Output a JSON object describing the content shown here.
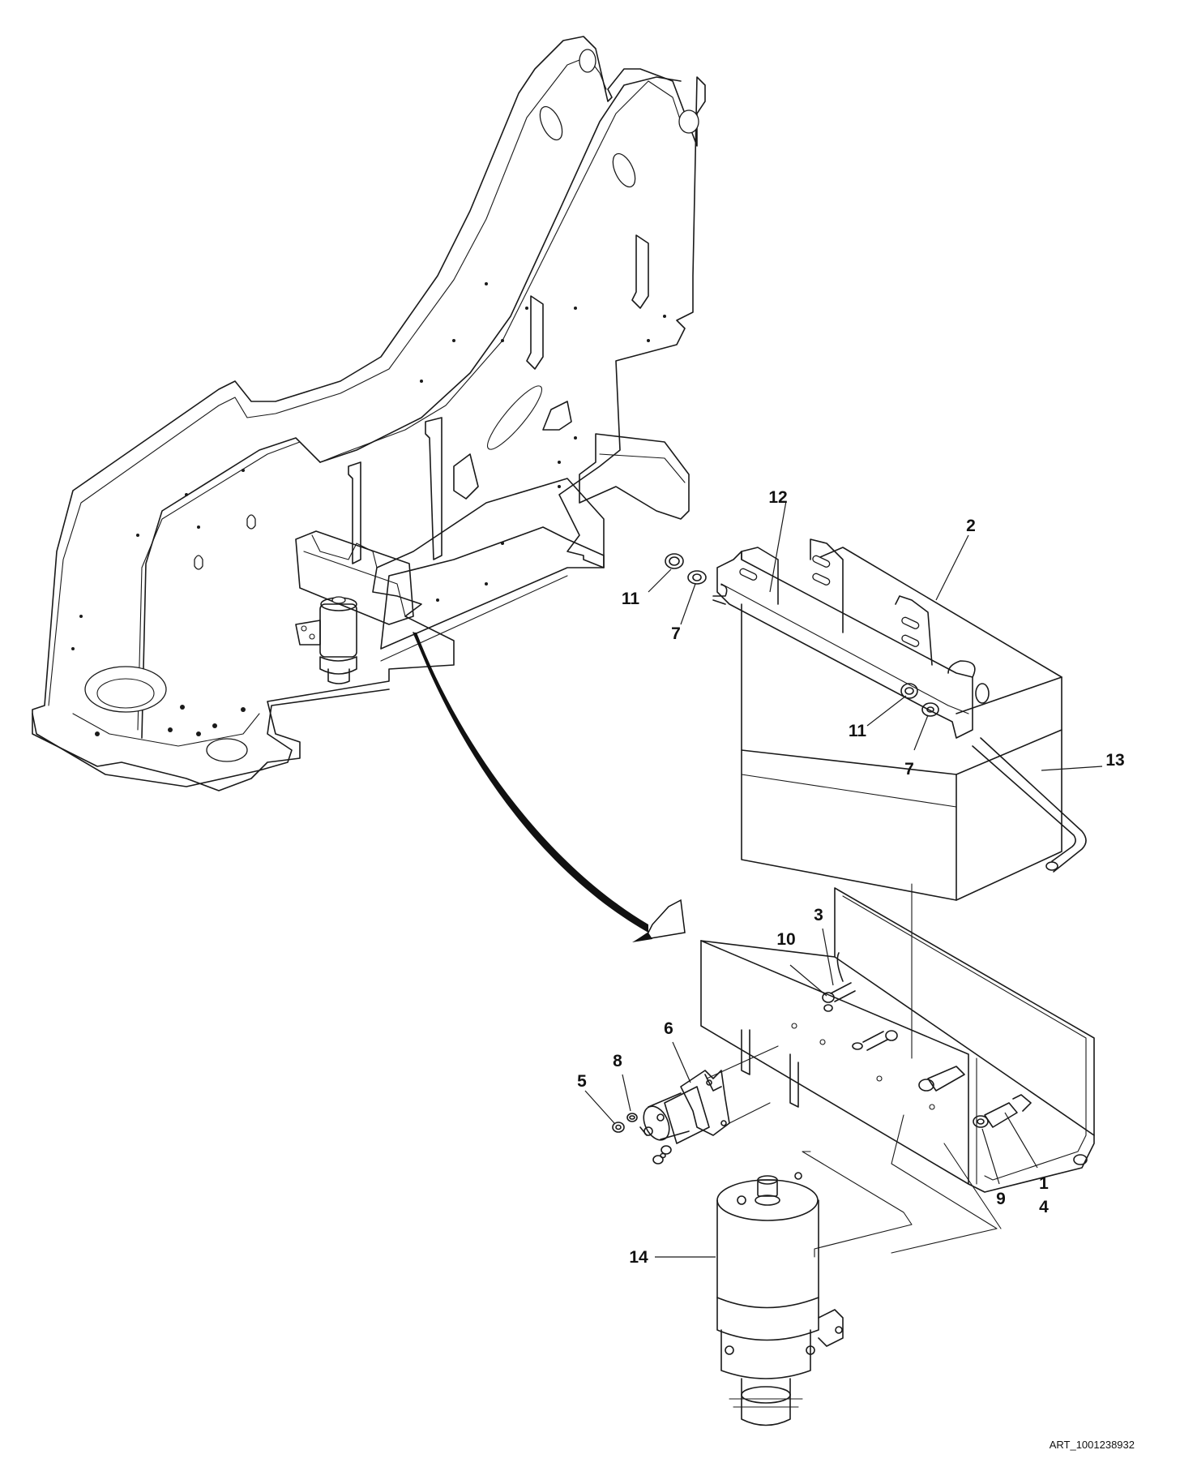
{
  "diagram": {
    "art_id": "ART_1001238932",
    "callouts": [
      "12",
      "2",
      "11",
      "7",
      "11",
      "7",
      "13",
      "3",
      "10",
      "6",
      "8",
      "5",
      "1",
      "4",
      "9",
      "14"
    ]
  }
}
